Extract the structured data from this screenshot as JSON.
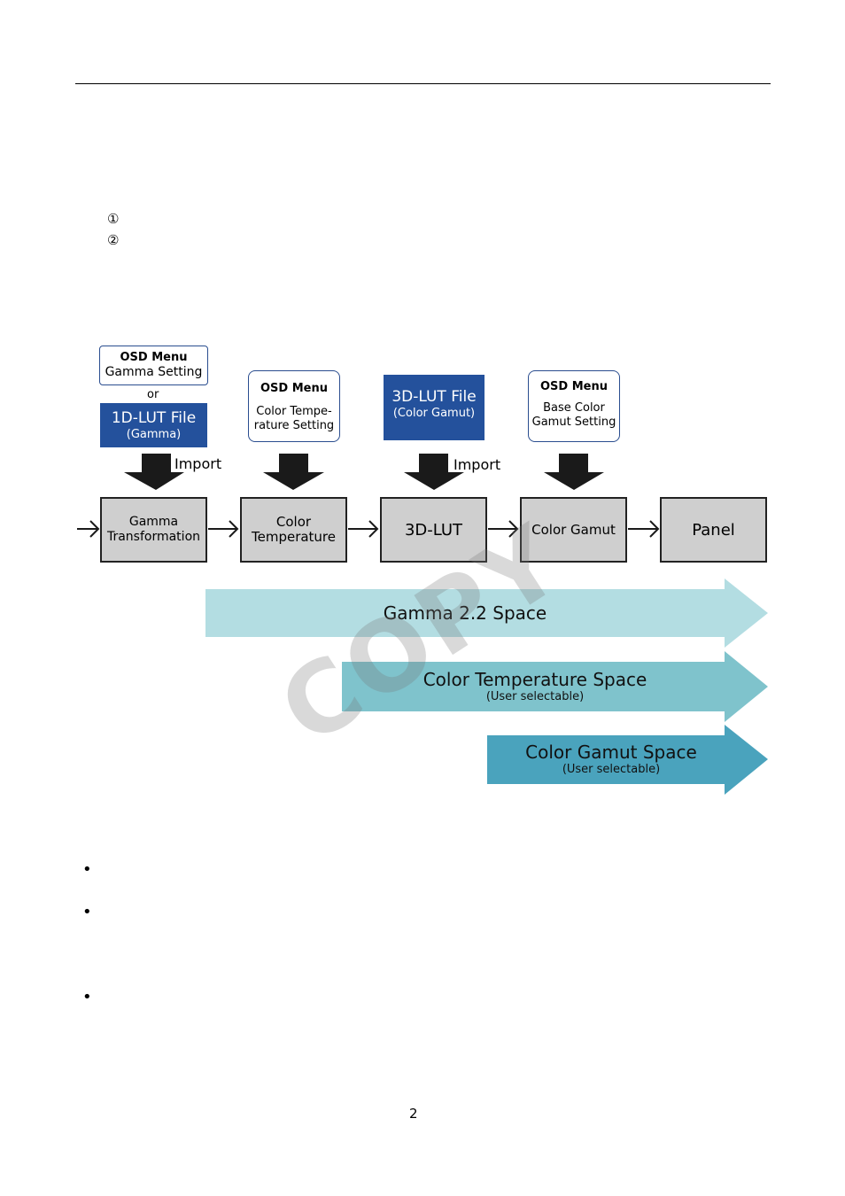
{
  "markers": [
    "①",
    "②"
  ],
  "bullets": [
    "•",
    "•",
    "•"
  ],
  "diagram": {
    "inputs": {
      "gamma_osd": {
        "title": "OSD Menu",
        "text": "Gamma Setting"
      },
      "or_label": "or",
      "lut1d": {
        "title": "1D-LUT File",
        "sub": "(Gamma)"
      },
      "color_temp_osd": {
        "title": "OSD Menu",
        "line1": "Color Tempe-",
        "line2": "rature Setting"
      },
      "lut3d": {
        "title": "3D-LUT File",
        "sub": "(Color Gamut)"
      },
      "gamut_osd": {
        "title": "OSD Menu",
        "line1": "Base Color",
        "line2": "Gamut Setting"
      }
    },
    "import_labels": [
      "Import",
      "Import"
    ],
    "blocks": {
      "gamma": {
        "line1": "Gamma",
        "line2": "Transformation"
      },
      "color_temp": {
        "line1": "Color",
        "line2": "Temperature"
      },
      "lut3d": "3D-LUT",
      "color_gamut": "Color Gamut",
      "panel": "Panel"
    },
    "bands": [
      {
        "title": "Gamma 2.2 Space",
        "sub": "",
        "color": "#b3dde2"
      },
      {
        "title": "Color Temperature Space",
        "sub": "(User selectable)",
        "color": "#7fc3cc"
      },
      {
        "title": "Color Gamut Space",
        "sub": "(User selectable)",
        "color": "#4aa3bd"
      }
    ],
    "colors": {
      "lut_file": "#24519c",
      "osd_border": "#2a4d8f",
      "block_fill": "#cfcfcf",
      "arrow": "#1a1a1a"
    }
  },
  "watermark": "COPY",
  "page_number": "2"
}
